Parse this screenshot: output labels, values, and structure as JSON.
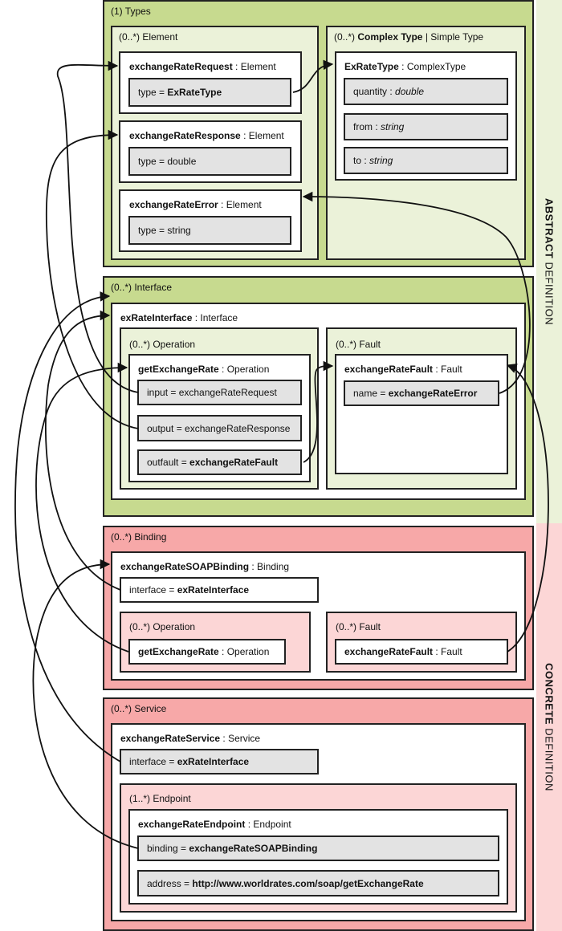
{
  "side": {
    "abstract_bold": "ABSTRACT",
    "abstract_rest": " DEFINITION",
    "concrete_bold": "CONCRETE",
    "concrete_rest": " DEFINITION"
  },
  "types": {
    "label": "(1) Types",
    "element": {
      "label": "(0..*) Element",
      "request": {
        "name": "exchangeRateRequest",
        "kind": " : Element",
        "type_prefix": "type = ",
        "type_value": "ExRateType"
      },
      "response": {
        "name": "exchangeRateResponse",
        "kind": " : Element",
        "type_prefix": "type = ",
        "type_value": "double"
      },
      "error": {
        "name": "exchangeRateError",
        "kind": " : Element",
        "type_prefix": "type = ",
        "type_value": "string"
      }
    },
    "complex": {
      "label_prefix": "(0..*) ",
      "label_bold": "Complex Type",
      "label_rest": " | Simple Type",
      "exratetype": {
        "name": "ExRateType",
        "kind": " : ComplexType",
        "fields": [
          {
            "prefix": "quantity : ",
            "value": "double"
          },
          {
            "prefix": "from : ",
            "value": "string"
          },
          {
            "prefix": "to : ",
            "value": "string"
          }
        ]
      }
    }
  },
  "interface": {
    "label": "(0..*) Interface",
    "name": "exRateInterface",
    "kind": " : Interface",
    "operation": {
      "label": "(0..*) Operation",
      "name": "getExchangeRate",
      "kind": " : Operation",
      "input": "input = exchangeRateRequest",
      "output": "output = exchangeRateResponse",
      "outfault_prefix": "outfault = ",
      "outfault_value": "exchangeRateFault"
    },
    "fault": {
      "label": "(0..*) Fault",
      "name": "exchangeRateFault",
      "kind": " : Fault",
      "field_prefix": "name = ",
      "field_value": "exchangeRateError"
    }
  },
  "binding": {
    "label": "(0..*) Binding",
    "name": "exchangeRateSOAPBinding",
    "kind": " : Binding",
    "interface_prefix": "interface = ",
    "interface_value": "exRateInterface",
    "operation": {
      "label": "(0..*) Operation",
      "name": "getExchangeRate",
      "kind": " : Operation"
    },
    "fault": {
      "label": "(0..*) Fault",
      "name": "exchangeRateFault",
      "kind": " : Fault"
    }
  },
  "service": {
    "label": "(0..*) Service",
    "name": "exchangeRateService",
    "kind": " : Service",
    "interface_prefix": "interface = ",
    "interface_value": "exRateInterface",
    "endpoint": {
      "label": "(1..*) Endpoint",
      "name": "exchangeRateEndpoint",
      "kind": " : Endpoint",
      "binding_prefix": "binding = ",
      "binding_value": "exchangeRateSOAPBinding",
      "address_prefix": "address = ",
      "address_value": "http://www.worldrates.com/soap/getExchangeRate"
    }
  }
}
